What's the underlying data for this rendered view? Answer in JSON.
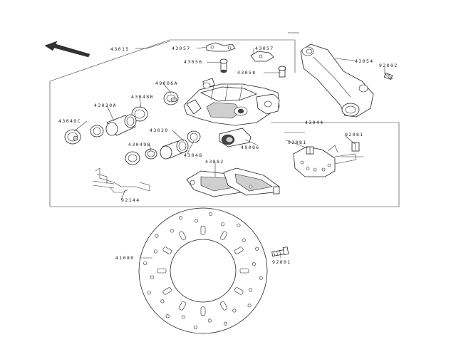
{
  "labels": {
    "p43015": "43015",
    "p43057": "43057",
    "p43057b": "43057",
    "p43056": "43056",
    "p43058": "43058",
    "p43054": "43054",
    "p92002": "92002",
    "p49006a": "49006A",
    "p43048b": "43048B",
    "p43020a": "43020A",
    "p43049c": "43049C",
    "p43020": "43020",
    "p43049b": "43049B",
    "p43048": "43048",
    "p49006": "49006",
    "p43044": "43044",
    "p92081": "92081",
    "p92081b": "92081",
    "p43082": "43082",
    "p92144": "92144",
    "p41080": "41080",
    "p92001": "92001"
  }
}
